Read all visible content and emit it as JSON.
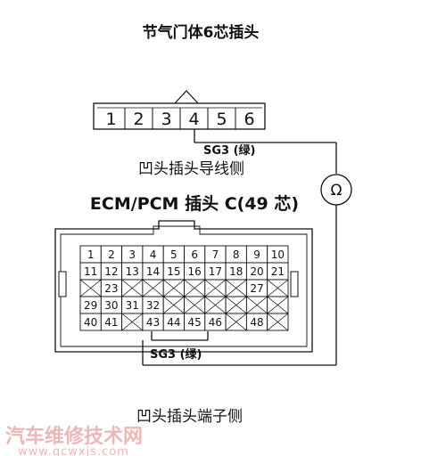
{
  "title": "节气门体6芯插头",
  "connector6": {
    "pins": [
      "1",
      "2",
      "3",
      "4",
      "5",
      "6"
    ],
    "wire_label": "SG3 (绿)",
    "side_label": "凹头插头导线侧"
  },
  "meter": {
    "symbol": "Ω",
    "icon": "ohmmeter-icon"
  },
  "ecm": {
    "title": "ECM/PCM 插头 C(49 芯)",
    "wire_label": "SG3 (绿)",
    "side_label": "凹头插头端子侧",
    "pins": [
      "1",
      "2",
      "3",
      "4",
      "5",
      "6",
      "7",
      "8",
      "9",
      "10",
      "11",
      "12",
      "13",
      "14",
      "15",
      "16",
      "17",
      "18",
      "20",
      "21",
      "23",
      "27",
      "29",
      "30",
      "31",
      "32",
      "40",
      "41",
      "43",
      "44",
      "45",
      "46",
      "48"
    ]
  },
  "watermark": {
    "main": "汽车维修技术网",
    "url": "www.qcwxjs.com"
  }
}
